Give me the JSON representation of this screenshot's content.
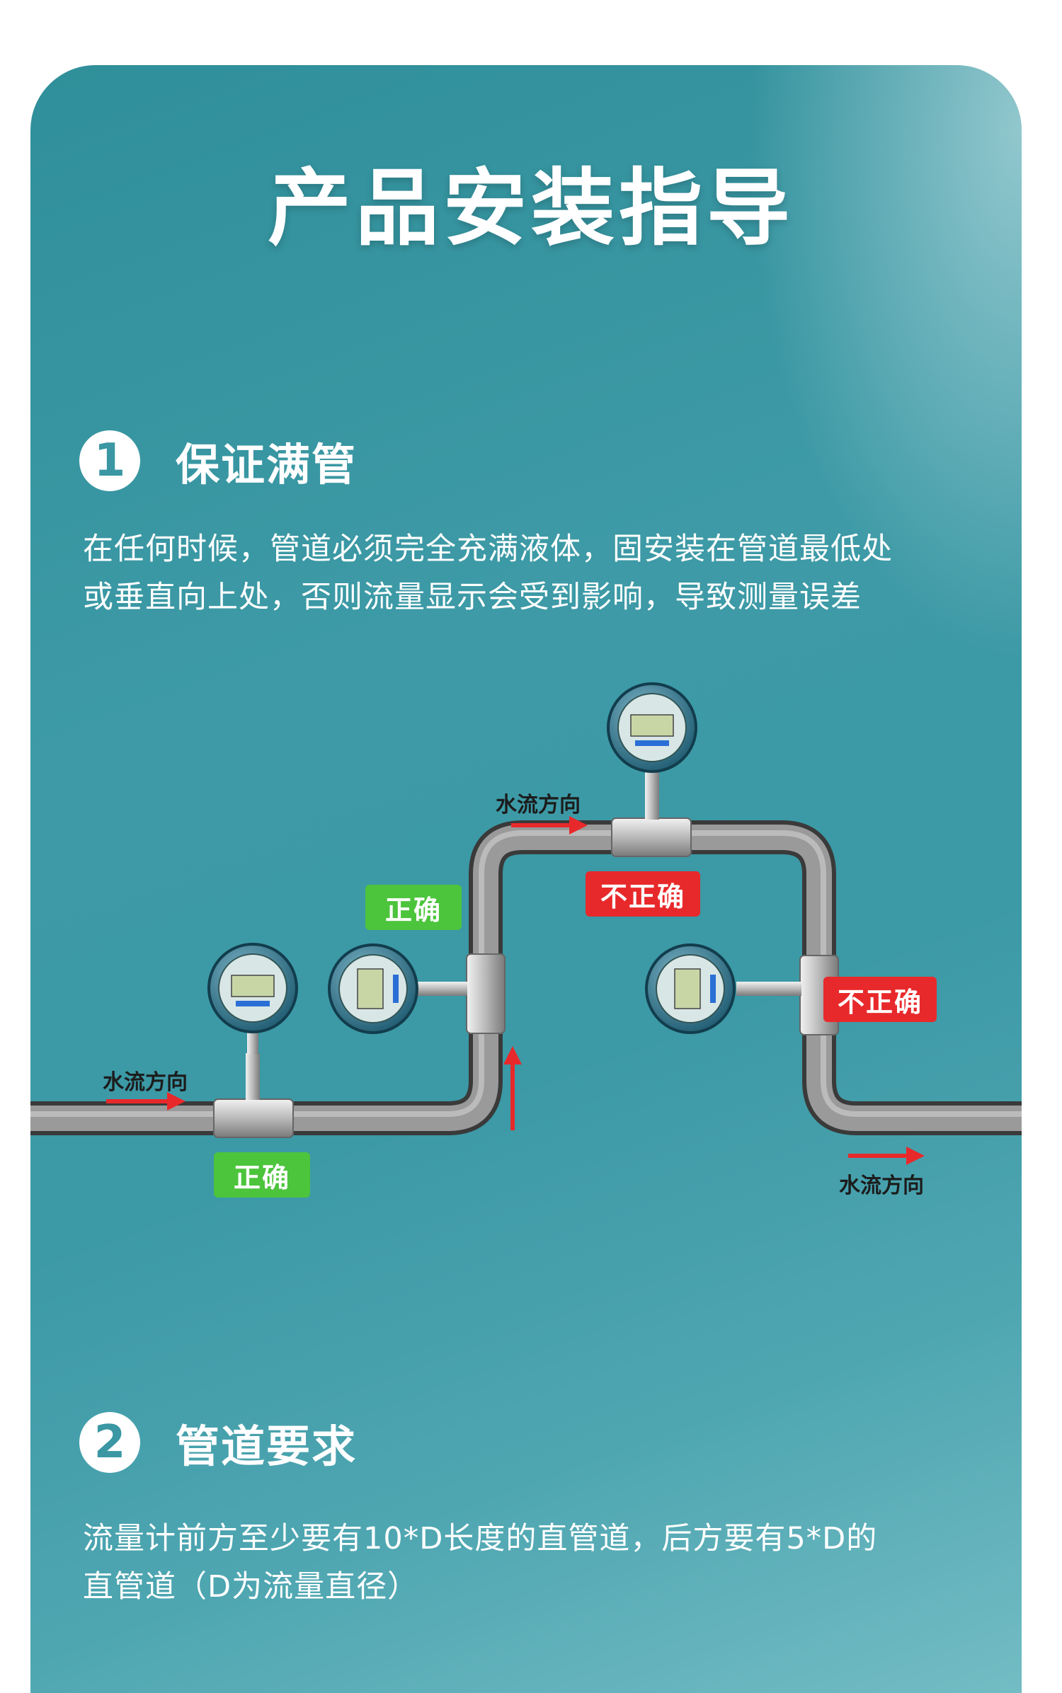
{
  "page_title": "产品安装指导",
  "sections": [
    {
      "number": "1",
      "title": "保证满管",
      "lines": [
        "在任何时候，管道必须完全充满液体，固安装在管道最低处",
        "或垂直向上处，否则流量显示会受到影响，导致测量误差"
      ]
    },
    {
      "number": "2",
      "title": "管道要求",
      "lines": [
        "流量计前方至少要有10*D长度的直管道，后方要有5*D的",
        "直管道（D为流量直径）"
      ]
    }
  ],
  "diagram": {
    "flow_direction_label": "水流方向",
    "correct_label": "正确",
    "incorrect_label": "不正确",
    "colors": {
      "correct": "#4cc43c",
      "incorrect": "#e8292b",
      "arrow": "#e8292b",
      "pipe": "#8e8e8e"
    },
    "icons": [
      "flow-meter-icon",
      "flow-arrow-icon"
    ]
  }
}
